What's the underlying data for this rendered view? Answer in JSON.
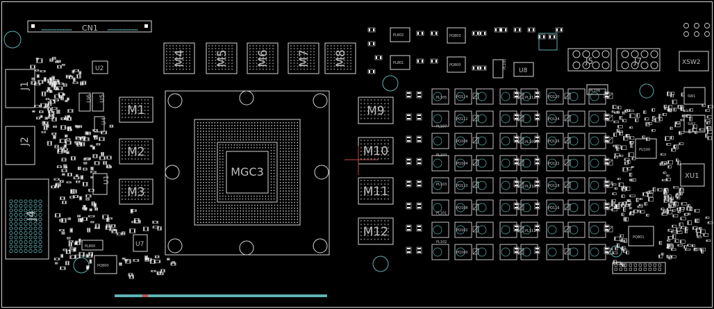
{
  "board": {
    "colors": {
      "background": "#000000",
      "silk": "#d9d9d9",
      "pad": "#ffffff",
      "teal": "#5fb3b3",
      "red": "#c05050"
    },
    "connector_cn1": "CN1",
    "gpu": "MGC3",
    "memory": [
      "M1",
      "M2",
      "M3",
      "M4",
      "M5",
      "M6",
      "M7",
      "M8",
      "M9",
      "M10",
      "M11",
      "M12"
    ],
    "left_parts": {
      "j1": "J1",
      "j2": "J2",
      "j4": "J4",
      "u2": "U2",
      "u5": "U5",
      "u6": "U6",
      "u4": "U4",
      "u1": "U1",
      "u7": "U7",
      "pq800": "PQ800",
      "pl800": "PL800"
    },
    "top_parts": {
      "pl802": "PL802",
      "pl801": "PL801",
      "pq803": "PQ803",
      "pq800b": "PQ800",
      "pl100": "PL100",
      "pl106": "PL106",
      "u8": "U8",
      "j5": "J5",
      "j7": "J7",
      "xsw2": "XSW2"
    },
    "right_parts": {
      "pu100": "PU100",
      "xu1": "XU1",
      "pq801": "PQ801",
      "sw1": "SW1",
      "sw2": "SW2"
    },
    "inductors_col1": [
      "PL105",
      "PL107",
      "PL104",
      "PL103",
      "PL101",
      "PL102"
    ],
    "inductors_col2": [
      "PL112",
      "PL109",
      "PL110",
      "PL111"
    ],
    "phase_cells": [
      "PQ114",
      "PQ112",
      "PQ106",
      "PQ104",
      "PQ110",
      "PQ108",
      "PQ102",
      "PQ100",
      "PQ120",
      "PQ124",
      "PQ126",
      "PQ122",
      "PQ118",
      "PQ116"
    ]
  }
}
